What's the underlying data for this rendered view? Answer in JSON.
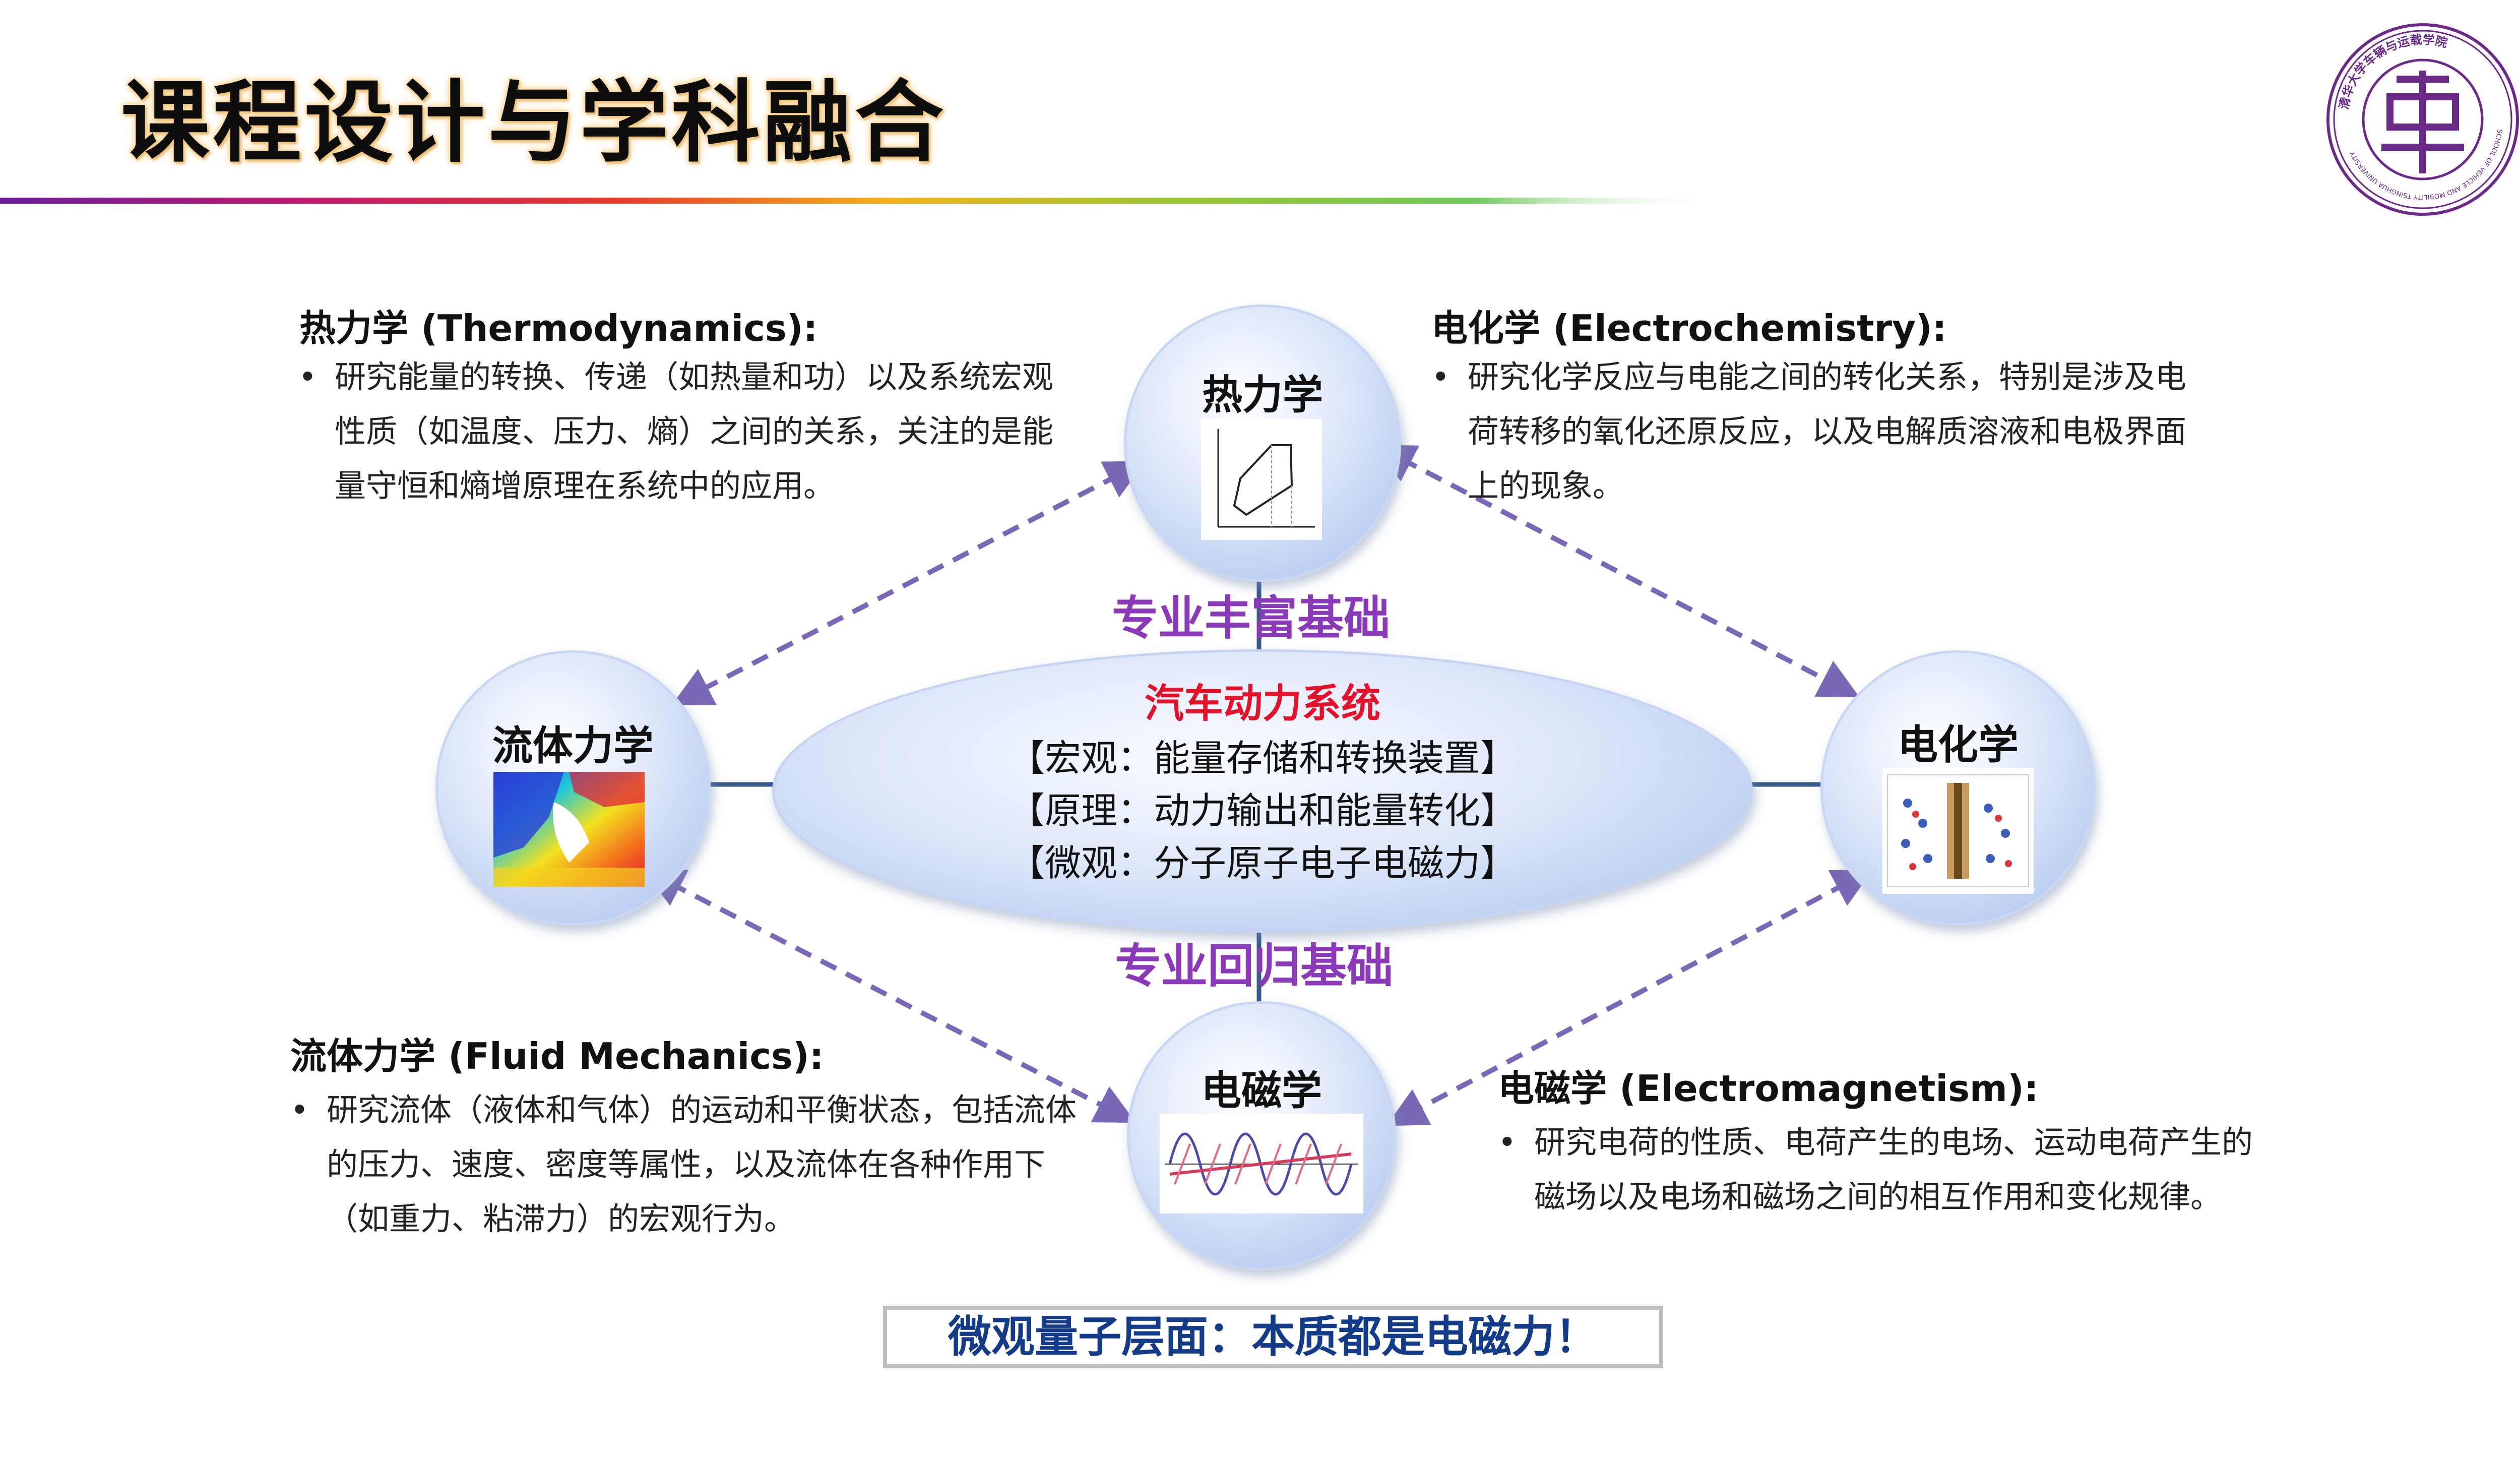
{
  "header": {
    "title": "课程设计与学科融合",
    "logo_text": "清华大学车辆与运载学院",
    "logo_text_en": "SCHOOL OF VEHICLE AND MOBILITY TSINGHUA UNIVERSITY"
  },
  "nodes": {
    "thermo": {
      "label": "热力学",
      "figure_icon": "ts-diagram"
    },
    "electrochem": {
      "label": "电化学",
      "figure_icon": "electrolysis-cell"
    },
    "fluid": {
      "label": "流体力学",
      "figure_icon": "cfd-flow-field"
    },
    "em": {
      "label": "电磁学",
      "figure_icon": "em-wave"
    }
  },
  "center": {
    "title": "汽车动力系统",
    "lines": [
      "【宏观：能量存储和转换装置】",
      "【原理：动力输出和能量转化】",
      "【微观：分子原子电子电磁力】"
    ]
  },
  "labels": {
    "top": "专业丰富基础",
    "bottom": "专业回归基础"
  },
  "descriptions": {
    "thermo": {
      "heading": "热力学 (Thermodynamics):",
      "bullet": "•",
      "lines": [
        "研究能量的转换、传递（如热量和功）以及系统宏观",
        "性质（如温度、压力、熵）之间的关系，关注的是能",
        "量守恒和熵增原理在系统中的应用。"
      ]
    },
    "electrochem": {
      "heading": "电化学 (Electrochemistry):",
      "bullet": "•",
      "lines": [
        "研究化学反应与电能之间的转化关系，特别是涉及电",
        "荷转移的氧化还原反应，以及电解质溶液和电极界面",
        "上的现象。"
      ]
    },
    "fluid": {
      "heading": "流体力学 (Fluid Mechanics):",
      "bullet": "•",
      "lines": [
        "研究流体（液体和气体）的运动和平衡状态，包括流体",
        "的压力、速度、密度等属性，以及流体在各种作用下",
        "（如重力、粘滞力）的宏观行为。"
      ]
    },
    "em": {
      "heading": "电磁学 (Electromagnetism):",
      "bullet": "•",
      "lines": [
        "研究电荷的性质、电荷产生的电场、运动电荷产生的",
        "磁场以及电场和磁场之间的相互作用和变化规律。"
      ]
    }
  },
  "footer": {
    "text": "微观量子层面：本质都是电磁力！"
  },
  "colors": {
    "accent_purple": "#8a3ab8",
    "center_title_red": "#e3122a",
    "footer_blue": "#143a8a",
    "arrow": "#7a67b5",
    "connector": "#3a5a8c"
  }
}
